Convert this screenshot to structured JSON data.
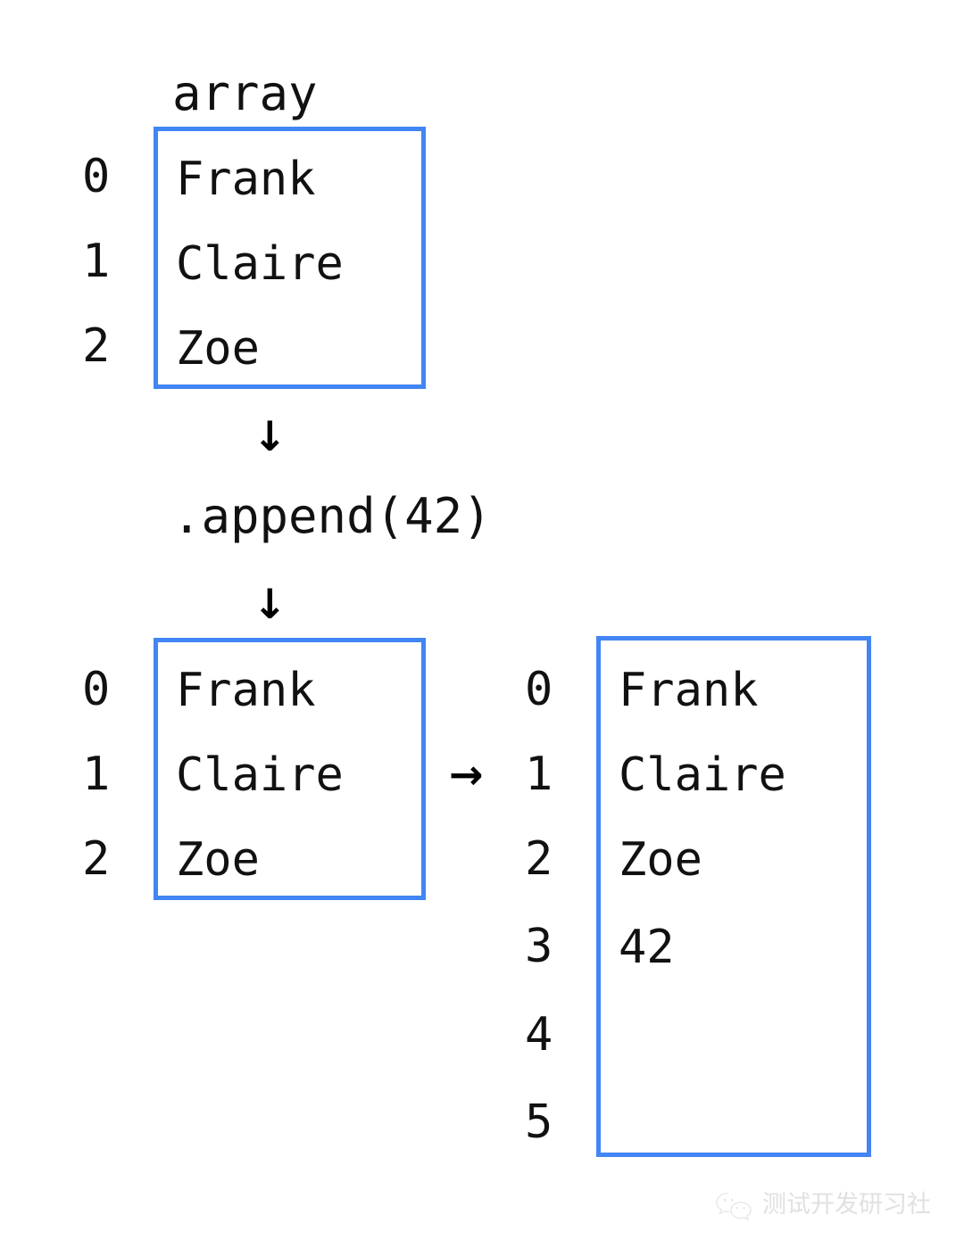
{
  "diagram": {
    "title_label": "array",
    "operation_label": ".append(42)",
    "arrow_down_glyph": "↓",
    "arrow_right_glyph": "→",
    "accent_color": "#4285f4",
    "text_color": "#111111",
    "background_color": "#ffffff"
  },
  "arrays": {
    "before": {
      "name": "array",
      "indices": [
        "0",
        "1",
        "2"
      ],
      "values": [
        "Frank",
        "Claire",
        "Zoe"
      ],
      "capacity": 3,
      "length": 3
    },
    "source": {
      "indices": [
        "0",
        "1",
        "2"
      ],
      "values": [
        "Frank",
        "Claire",
        "Zoe"
      ],
      "capacity": 3,
      "length": 3
    },
    "after": {
      "indices": [
        "0",
        "1",
        "2",
        "3",
        "4",
        "5"
      ],
      "values": [
        "Frank",
        "Claire",
        "Zoe",
        "42",
        "",
        ""
      ],
      "capacity": 6,
      "length": 4
    }
  },
  "watermark": {
    "icon": "wechat-icon",
    "text": "测试开发研习社"
  }
}
